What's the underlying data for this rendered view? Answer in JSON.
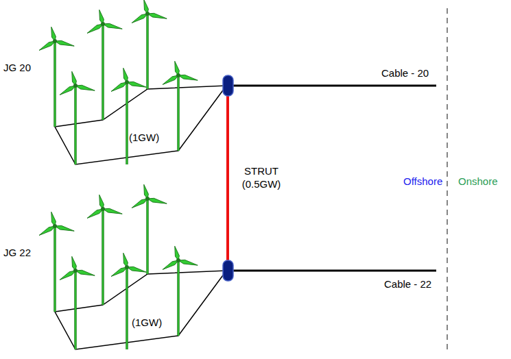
{
  "diagram": {
    "nodes": [
      {
        "text": [
          "JG 20",
          "(1GW)"
        ]
      },
      {
        "text": [
          "JG 22",
          "(1GW)"
        ]
      }
    ],
    "edges": [
      {
        "from": 0,
        "to": 1,
        "label": "STRUT (0.5GW)",
        "arrow": "none"
      }
    ],
    "labels": [
      "Cable - 20",
      "Cable - 22",
      "Offshore",
      "Onshore"
    ]
  }
}
